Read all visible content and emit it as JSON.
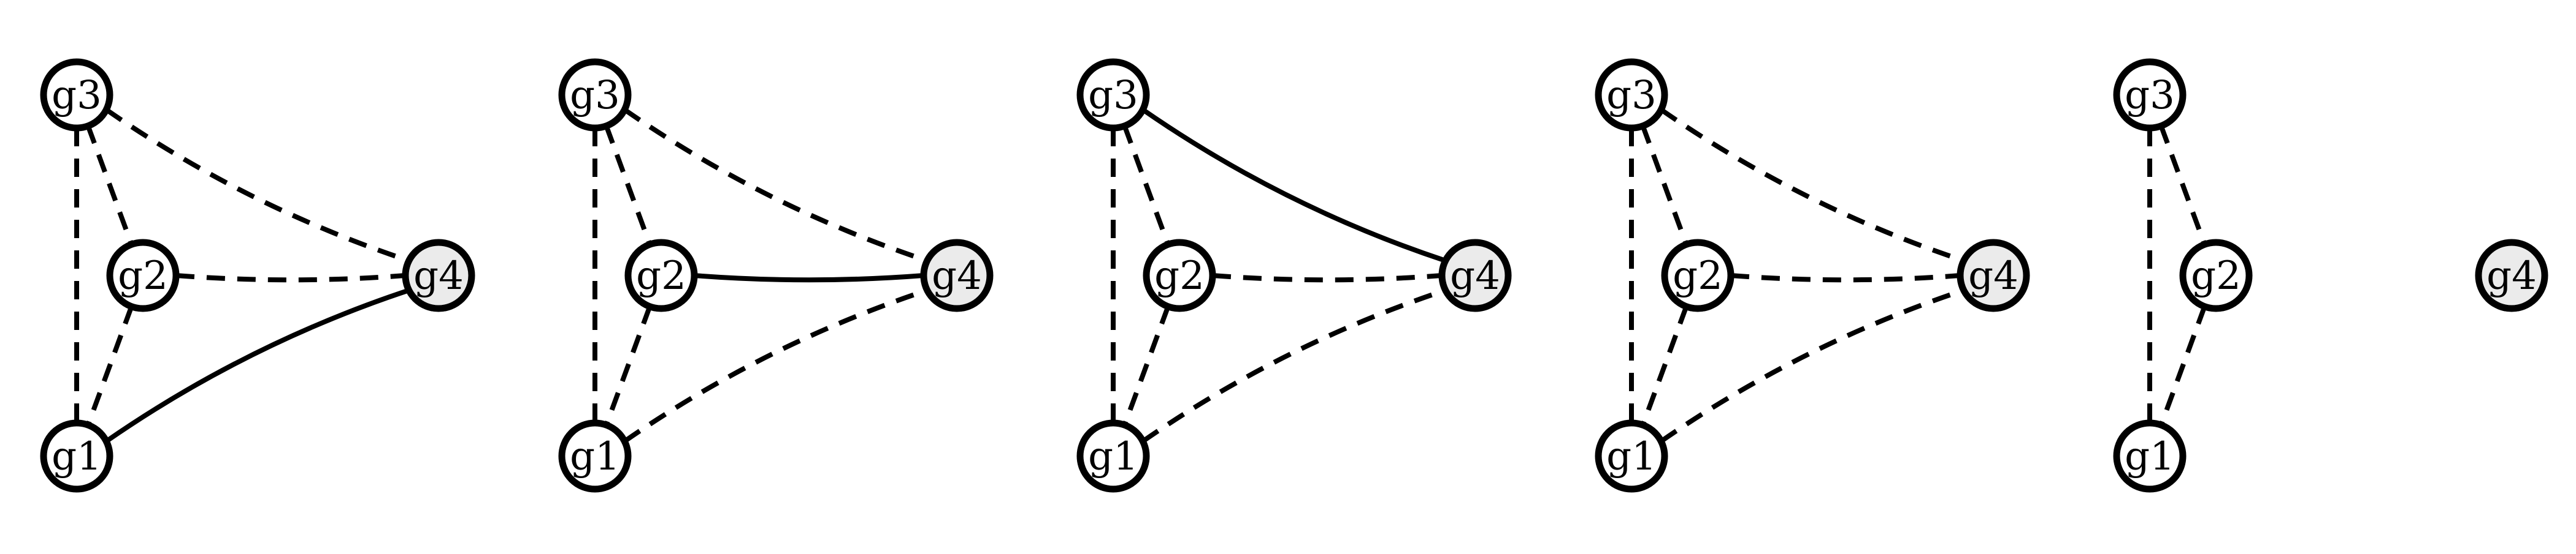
{
  "graphs": [
    {
      "nodes": [
        {
          "id": "g1",
          "label": "g1"
        },
        {
          "id": "g2",
          "label": "g2"
        },
        {
          "id": "g3",
          "label": "g3"
        },
        {
          "id": "g4",
          "label": "g4"
        }
      ],
      "edges": [
        {
          "from": "g3",
          "to": "g1",
          "style": "dashed"
        },
        {
          "from": "g3",
          "to": "g2",
          "style": "dashed"
        },
        {
          "from": "g3",
          "to": "g4",
          "style": "dashed"
        },
        {
          "from": "g2",
          "to": "g1",
          "style": "dashed"
        },
        {
          "from": "g2",
          "to": "g4",
          "style": "dashed"
        },
        {
          "from": "g1",
          "to": "g4",
          "style": "solid"
        }
      ]
    },
    {
      "nodes": [
        {
          "id": "g1",
          "label": "g1"
        },
        {
          "id": "g2",
          "label": "g2"
        },
        {
          "id": "g3",
          "label": "g3"
        },
        {
          "id": "g4",
          "label": "g4"
        }
      ],
      "edges": [
        {
          "from": "g3",
          "to": "g1",
          "style": "dashed"
        },
        {
          "from": "g3",
          "to": "g2",
          "style": "dashed"
        },
        {
          "from": "g3",
          "to": "g4",
          "style": "dashed"
        },
        {
          "from": "g2",
          "to": "g1",
          "style": "dashed"
        },
        {
          "from": "g2",
          "to": "g4",
          "style": "solid"
        },
        {
          "from": "g1",
          "to": "g4",
          "style": "dashed"
        }
      ]
    },
    {
      "nodes": [
        {
          "id": "g1",
          "label": "g1"
        },
        {
          "id": "g2",
          "label": "g2"
        },
        {
          "id": "g3",
          "label": "g3"
        },
        {
          "id": "g4",
          "label": "g4"
        }
      ],
      "edges": [
        {
          "from": "g3",
          "to": "g1",
          "style": "dashed"
        },
        {
          "from": "g3",
          "to": "g2",
          "style": "dashed"
        },
        {
          "from": "g3",
          "to": "g4",
          "style": "solid"
        },
        {
          "from": "g2",
          "to": "g1",
          "style": "dashed"
        },
        {
          "from": "g2",
          "to": "g4",
          "style": "dashed"
        },
        {
          "from": "g1",
          "to": "g4",
          "style": "dashed"
        }
      ]
    },
    {
      "nodes": [
        {
          "id": "g1",
          "label": "g1"
        },
        {
          "id": "g2",
          "label": "g2"
        },
        {
          "id": "g3",
          "label": "g3"
        },
        {
          "id": "g4",
          "label": "g4"
        }
      ],
      "edges": [
        {
          "from": "g3",
          "to": "g1",
          "style": "dashed"
        },
        {
          "from": "g3",
          "to": "g2",
          "style": "dashed"
        },
        {
          "from": "g3",
          "to": "g4",
          "style": "dashed"
        },
        {
          "from": "g2",
          "to": "g1",
          "style": "dashed"
        },
        {
          "from": "g2",
          "to": "g4",
          "style": "dashed"
        },
        {
          "from": "g1",
          "to": "g4",
          "style": "dashed"
        }
      ]
    },
    {
      "nodes": [
        {
          "id": "g1",
          "label": "g1"
        },
        {
          "id": "g2",
          "label": "g2"
        },
        {
          "id": "g3",
          "label": "g3"
        },
        {
          "id": "g4",
          "label": "g4"
        }
      ],
      "edges": [
        {
          "from": "g3",
          "to": "g1",
          "style": "dashed"
        },
        {
          "from": "g3",
          "to": "g2",
          "style": "dashed"
        },
        {
          "from": "g2",
          "to": "g1",
          "style": "dashed"
        }
      ]
    }
  ],
  "colors": {
    "node_fill": "#ffffff",
    "node_fill_g4": "#ebebeb",
    "stroke": "#000000"
  }
}
